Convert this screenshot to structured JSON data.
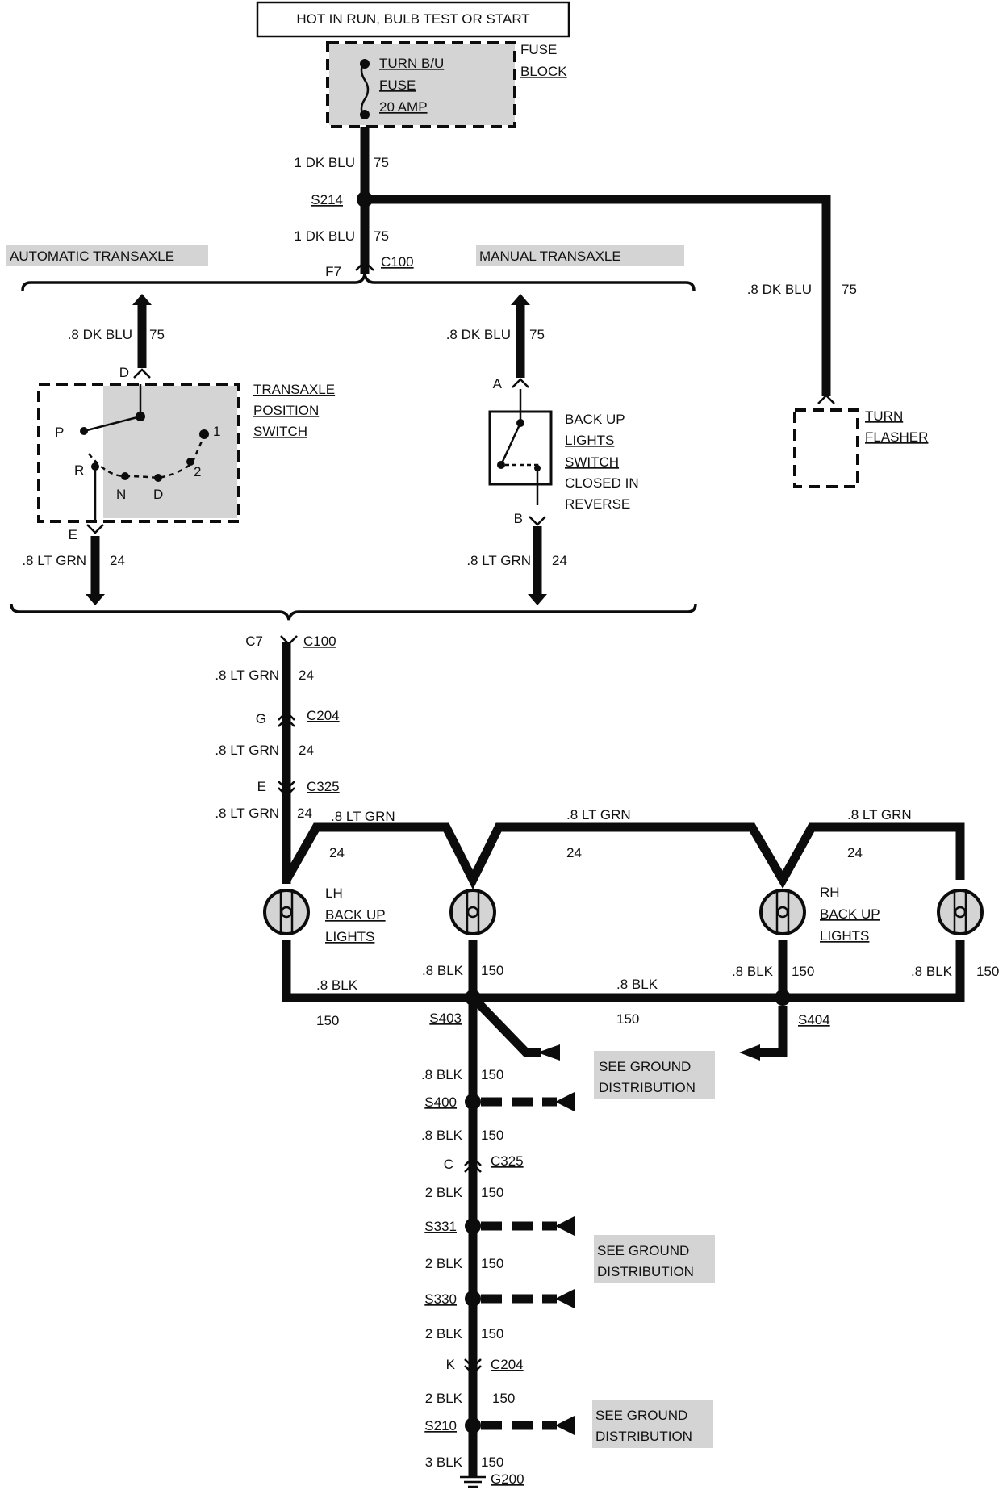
{
  "header": {
    "power_label": "HOT IN RUN, BULB TEST OR START"
  },
  "fuse": {
    "name_line1": "TURN B/U",
    "name_line2": "FUSE",
    "rating": "20 AMP",
    "block_line1": "FUSE",
    "block_line2": "BLOCK"
  },
  "wires": {
    "feed_top": {
      "color": "1 DK BLU",
      "circuit": "75"
    },
    "feed_mid": {
      "color": "1 DK BLU",
      "circuit": "75"
    },
    "flasher_feed": {
      "color": ".8 DK BLU",
      "circuit": "75"
    },
    "auto_in": {
      "color": ".8 DK BLU",
      "circuit": "75"
    },
    "manual_in": {
      "color": ".8 DK BLU",
      "circuit": "75"
    },
    "auto_out": {
      "color": ".8 LT GRN",
      "circuit": "24"
    },
    "manual_out": {
      "color": ".8 LT GRN",
      "circuit": "24"
    },
    "grn_1": {
      "color": ".8 LT GRN",
      "circuit": "24"
    },
    "grn_2": {
      "color": ".8 LT GRN",
      "circuit": "24"
    },
    "grn_3": {
      "color": ".8 LT GRN",
      "circuit": "24"
    },
    "grn_branch_1": {
      "color": ".8 LT GRN",
      "circuit": "24"
    },
    "grn_branch_2": {
      "color": ".8 LT GRN",
      "circuit": "24"
    },
    "grn_branch_3": {
      "color": ".8 LT GRN",
      "circuit": "24"
    },
    "blk_left": {
      "color": ".8 BLK",
      "circuit": "150"
    },
    "blk_bulb2": {
      "color": ".8 BLK",
      "circuit": "150"
    },
    "blk_mid": {
      "color": ".8 BLK",
      "circuit": "150"
    },
    "blk_bulb3": {
      "color": ".8 BLK",
      "circuit": "150"
    },
    "blk_bulb4": {
      "color": ".8 BLK",
      "circuit": "150"
    },
    "gnd_1": {
      "color": ".8 BLK",
      "circuit": "150"
    },
    "gnd_2": {
      "color": ".8 BLK",
      "circuit": "150"
    },
    "gnd_3": {
      "color": "2 BLK",
      "circuit": "150"
    },
    "gnd_4": {
      "color": "2 BLK",
      "circuit": "150"
    },
    "gnd_5": {
      "color": "2 BLK",
      "circuit": "150"
    },
    "gnd_6": {
      "color": "2 BLK",
      "circuit": "150"
    },
    "gnd_7": {
      "color": "3 BLK",
      "circuit": "150"
    }
  },
  "splices": {
    "s214": "S214",
    "s403": "S403",
    "s404": "S404",
    "s400": "S400",
    "s331": "S331",
    "s330": "S330",
    "s210": "S210"
  },
  "connectors": {
    "c100_top": {
      "pin": "F7",
      "name": "C100"
    },
    "c100_bottom": {
      "pin": "C7",
      "name": "C100"
    },
    "c204_top": {
      "pin": "G",
      "name": "C204"
    },
    "c325_top": {
      "pin": "E",
      "name": "C325"
    },
    "c325_bottom": {
      "pin": "C",
      "name": "C325"
    },
    "c204_bottom": {
      "pin": "K",
      "name": "C204"
    },
    "auto_pin_in": "D",
    "auto_pin_out": "E",
    "manual_pin_in": "A",
    "manual_pin_out": "B"
  },
  "sections": {
    "automatic": "AUTOMATIC TRANSAXLE",
    "manual": "MANUAL TRANSAXLE"
  },
  "transaxle_switch": {
    "line1": "TRANSAXLE",
    "line2": "POSITION",
    "line3": "SWITCH",
    "positions": [
      "P",
      "R",
      "N",
      "D",
      "2",
      "1"
    ],
    "pole_label": "D"
  },
  "backup_switch": {
    "line1": "BACK UP",
    "line2": "LIGHTS",
    "line3": "SWITCH",
    "line4": "CLOSED IN",
    "line5": "REVERSE"
  },
  "flasher": {
    "line1": "TURN",
    "line2": "FLASHER"
  },
  "lights": {
    "lh": {
      "line1": "LH",
      "line2": "BACK UP",
      "line3": "LIGHTS"
    },
    "rh": {
      "line1": "RH",
      "line2": "BACK UP",
      "line3": "LIGHTS"
    }
  },
  "ground_refs": {
    "ref1_line1": "SEE GROUND",
    "ref1_line2": "DISTRIBUTION",
    "ref2_line1": "SEE GROUND",
    "ref2_line2": "DISTRIBUTION",
    "ref3_line1": "SEE GROUND",
    "ref3_line2": "DISTRIBUTION"
  },
  "ground": {
    "name": "G200"
  }
}
